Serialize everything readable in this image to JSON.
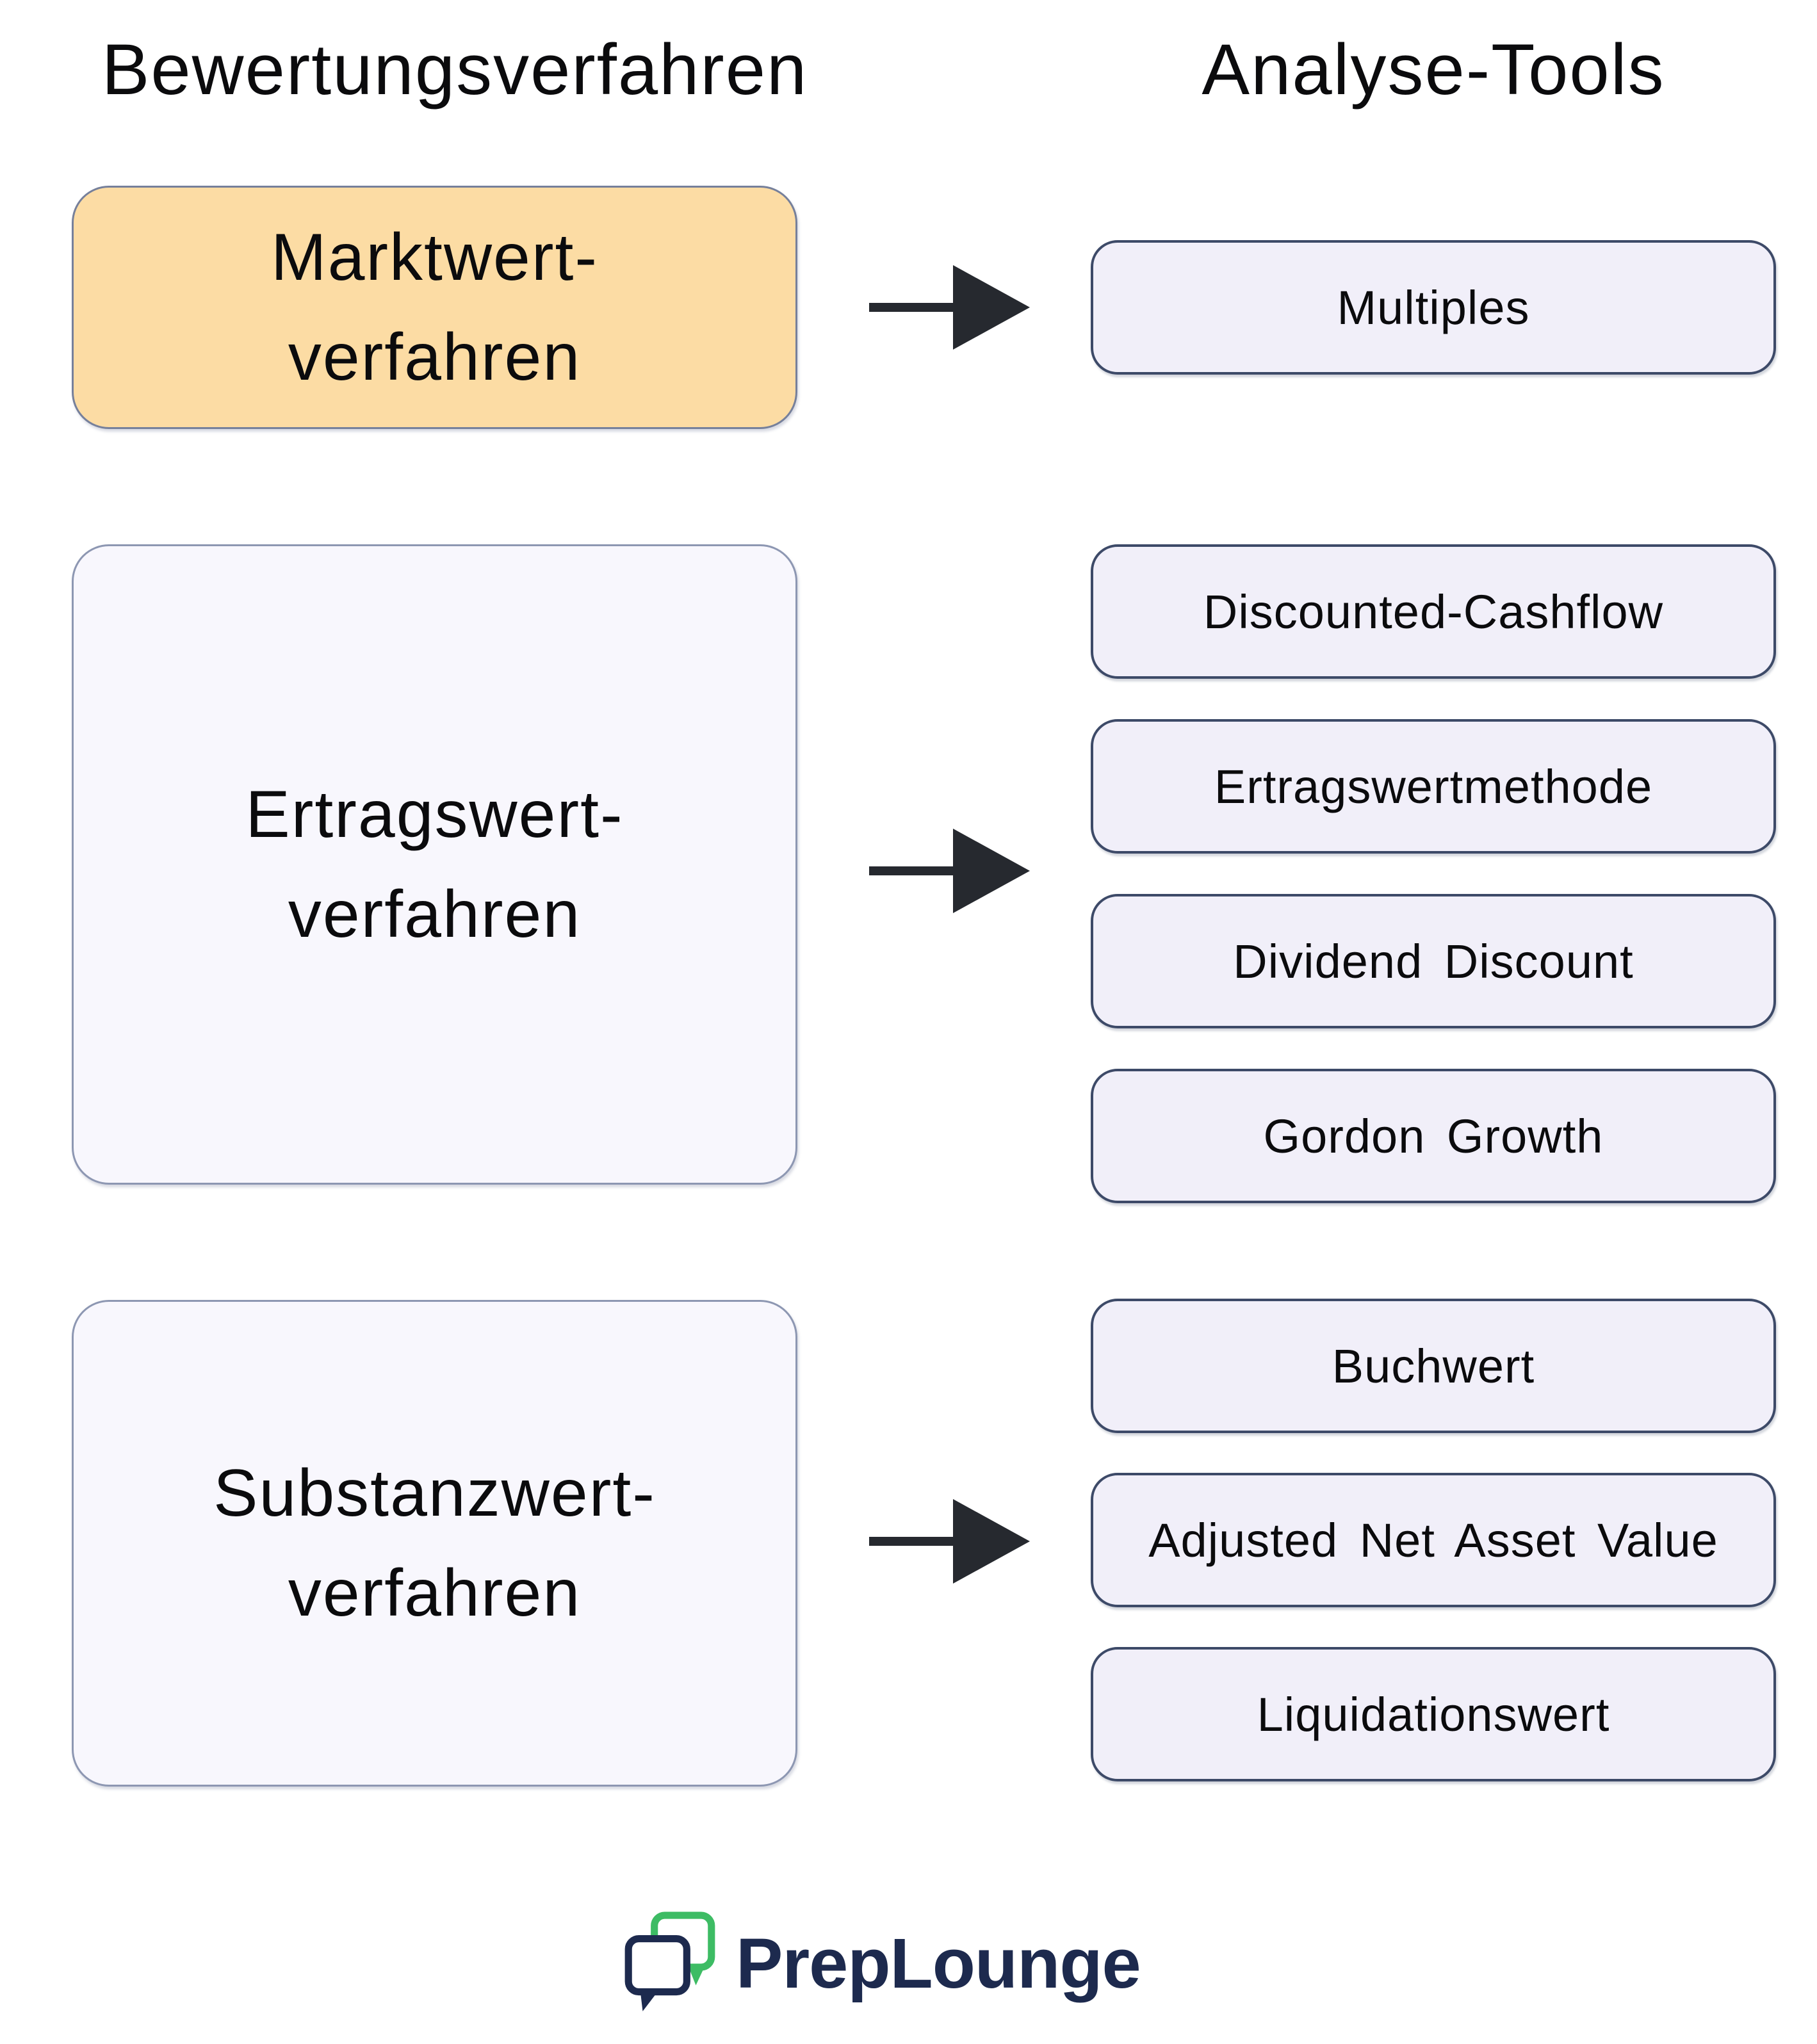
{
  "diagram": {
    "title_left": "Bewertungsverfahren",
    "title_right": "Analyse-Tools",
    "groups": [
      {
        "method": {
          "lines": [
            "Marktwert-",
            "verfahren"
          ],
          "highlighted": true
        },
        "tools": [
          "Multiples"
        ]
      },
      {
        "method": {
          "lines": [
            "Ertragswert-",
            "verfahren"
          ],
          "highlighted": false
        },
        "tools": [
          "Discounted-Cashflow",
          "Ertragswertmethode",
          "Dividend Discount",
          "Gordon Growth"
        ]
      },
      {
        "method": {
          "lines": [
            "Substanzwert-",
            "verfahren"
          ],
          "highlighted": false
        },
        "tools": [
          "Buchwert",
          "Adjusted Net Asset Value",
          "Liquidationswert"
        ]
      }
    ]
  },
  "footer": {
    "brand": "PrepLounge"
  },
  "icons": [
    {
      "name": "speech-bubbles-icon",
      "meaning": "PrepLounge logo mark: green and navy chat bubbles"
    }
  ],
  "colors": {
    "highlight_fill": "#FCDCA4",
    "highlight_border": "#76809B",
    "method_fill": "#F8F7FD",
    "method_border": "#8D97B2",
    "tool_fill": "#F1EFF9",
    "tool_border": "#3D4A68",
    "arrow": "#26292F",
    "brand_navy": "#1D2A4E",
    "brand_green": "#3DBC64",
    "text": "#0B0B0D",
    "page_bg": "#FFFFFF"
  }
}
